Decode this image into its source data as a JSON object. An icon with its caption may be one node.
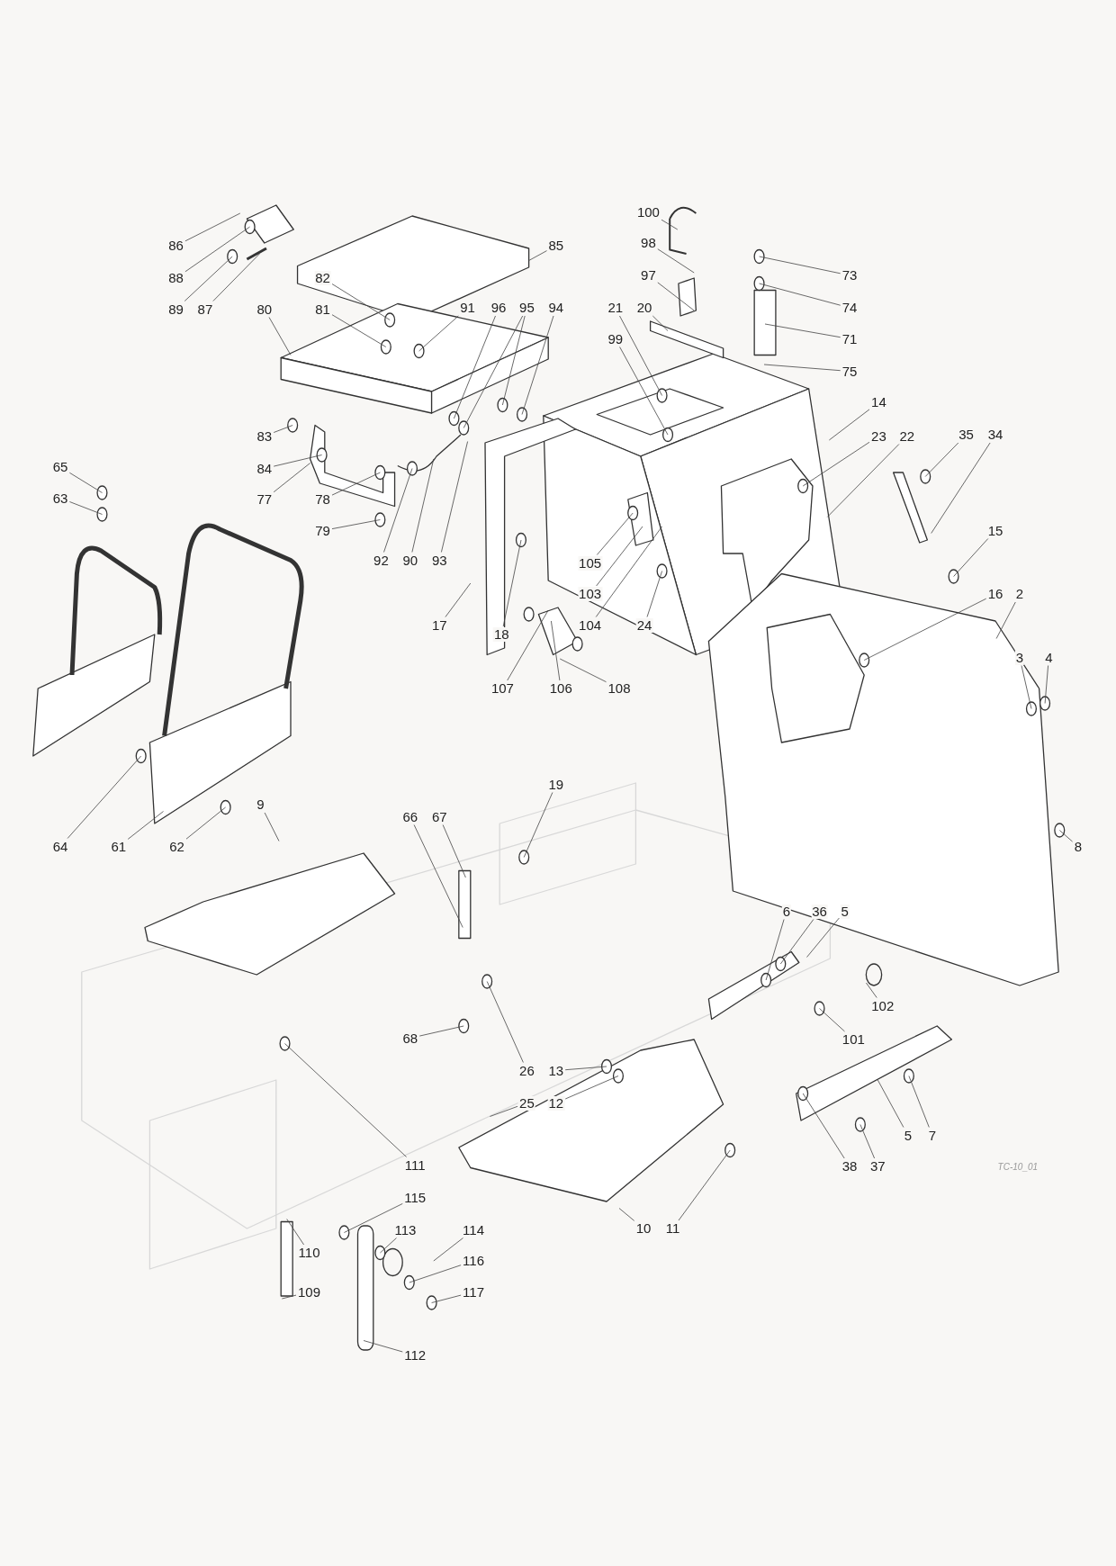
{
  "diagram": {
    "nodes": [
      {
        "text": [
          "86"
        ]
      },
      {
        "text": [
          "88"
        ]
      },
      {
        "text": [
          "89"
        ]
      },
      {
        "text": [
          "87"
        ]
      },
      {
        "text": [
          "85"
        ]
      },
      {
        "text": [
          "82"
        ]
      },
      {
        "text": [
          "80"
        ]
      },
      {
        "text": [
          "81"
        ]
      },
      {
        "text": [
          "91"
        ]
      },
      {
        "text": [
          "96"
        ]
      },
      {
        "text": [
          "95"
        ]
      },
      {
        "text": [
          "94"
        ]
      },
      {
        "text": [
          "83"
        ]
      },
      {
        "text": [
          "84"
        ]
      },
      {
        "text": [
          "77"
        ]
      },
      {
        "text": [
          "78"
        ]
      },
      {
        "text": [
          "79"
        ]
      },
      {
        "text": [
          "92"
        ]
      },
      {
        "text": [
          "90"
        ]
      },
      {
        "text": [
          "93"
        ]
      },
      {
        "text": [
          "17"
        ]
      },
      {
        "text": [
          "18"
        ]
      },
      {
        "text": [
          "100"
        ]
      },
      {
        "text": [
          "98"
        ]
      },
      {
        "text": [
          "97"
        ]
      },
      {
        "text": [
          "21"
        ]
      },
      {
        "text": [
          "20"
        ]
      },
      {
        "text": [
          "99"
        ]
      },
      {
        "text": [
          "73"
        ]
      },
      {
        "text": [
          "74"
        ]
      },
      {
        "text": [
          "71"
        ]
      },
      {
        "text": [
          "75"
        ]
      },
      {
        "text": [
          "14"
        ]
      },
      {
        "text": [
          "23"
        ]
      },
      {
        "text": [
          "22"
        ]
      },
      {
        "text": [
          "35"
        ]
      },
      {
        "text": [
          "34"
        ]
      },
      {
        "text": [
          "65"
        ]
      },
      {
        "text": [
          "63"
        ]
      },
      {
        "text": [
          "15"
        ]
      },
      {
        "text": [
          "105"
        ]
      },
      {
        "text": [
          "103"
        ]
      },
      {
        "text": [
          "104"
        ]
      },
      {
        "text": [
          "24"
        ]
      },
      {
        "text": [
          "16"
        ]
      },
      {
        "text": [
          "2"
        ]
      },
      {
        "text": [
          "107"
        ]
      },
      {
        "text": [
          "106"
        ]
      },
      {
        "text": [
          "108"
        ]
      },
      {
        "text": [
          "3"
        ]
      },
      {
        "text": [
          "4"
        ]
      },
      {
        "text": [
          "19"
        ]
      },
      {
        "text": [
          "9"
        ]
      },
      {
        "text": [
          "66"
        ]
      },
      {
        "text": [
          "67"
        ]
      },
      {
        "text": [
          "64"
        ]
      },
      {
        "text": [
          "61"
        ]
      },
      {
        "text": [
          "62"
        ]
      },
      {
        "text": [
          "8"
        ]
      },
      {
        "text": [
          "6"
        ]
      },
      {
        "text": [
          "36"
        ]
      },
      {
        "text": [
          "5"
        ]
      },
      {
        "text": [
          "102"
        ]
      },
      {
        "text": [
          "68"
        ]
      },
      {
        "text": [
          "101"
        ]
      },
      {
        "text": [
          "26"
        ]
      },
      {
        "text": [
          "13"
        ]
      },
      {
        "text": [
          "25"
        ]
      },
      {
        "text": [
          "12"
        ]
      },
      {
        "text": [
          "5"
        ]
      },
      {
        "text": [
          "7"
        ]
      },
      {
        "text": [
          "111"
        ]
      },
      {
        "text": [
          "38"
        ]
      },
      {
        "text": [
          "37"
        ]
      },
      {
        "text": [
          "10"
        ]
      },
      {
        "text": [
          "11"
        ]
      },
      {
        "text": [
          "115"
        ]
      },
      {
        "text": [
          "110"
        ]
      },
      {
        "text": [
          "113"
        ]
      },
      {
        "text": [
          "114"
        ]
      },
      {
        "text": [
          "116"
        ]
      },
      {
        "text": [
          "109"
        ]
      },
      {
        "text": [
          "117"
        ]
      },
      {
        "text": [
          "112"
        ]
      }
    ],
    "edges": [
      {
        "from": 0,
        "to": null,
        "arrow": "none"
      },
      {
        "from": 1,
        "to": null,
        "arrow": "none"
      },
      {
        "from": 2,
        "to": null,
        "arrow": "none"
      },
      {
        "from": 3,
        "to": null,
        "arrow": "none"
      },
      {
        "from": 4,
        "to": null,
        "arrow": "none"
      },
      {
        "from": 5,
        "to": null,
        "arrow": "none"
      },
      {
        "from": 6,
        "to": null,
        "arrow": "none"
      },
      {
        "from": 7,
        "to": null,
        "arrow": "none"
      },
      {
        "from": 8,
        "to": null,
        "arrow": "none"
      },
      {
        "from": 9,
        "to": null,
        "arrow": "none"
      },
      {
        "from": 10,
        "to": null,
        "arrow": "none"
      },
      {
        "from": 10,
        "to": null,
        "arrow": "none"
      },
      {
        "from": 11,
        "to": null,
        "arrow": "none"
      },
      {
        "from": 12,
        "to": null,
        "arrow": "none"
      },
      {
        "from": 13,
        "to": null,
        "arrow": "none"
      },
      {
        "from": 14,
        "to": null,
        "arrow": "none"
      },
      {
        "from": 15,
        "to": null,
        "arrow": "none"
      },
      {
        "from": 16,
        "to": null,
        "arrow": "none"
      },
      {
        "from": 17,
        "to": null,
        "arrow": "none"
      },
      {
        "from": 18,
        "to": null,
        "arrow": "none"
      },
      {
        "from": 19,
        "to": null,
        "arrow": "none"
      },
      {
        "from": 20,
        "to": null,
        "arrow": "none"
      },
      {
        "from": 21,
        "to": null,
        "arrow": "none"
      },
      {
        "from": 22,
        "to": null,
        "arrow": "none"
      },
      {
        "from": 23,
        "to": null,
        "arrow": "none"
      },
      {
        "from": 24,
        "to": null,
        "arrow": "none"
      },
      {
        "from": 25,
        "to": null,
        "arrow": "none"
      },
      {
        "from": 26,
        "to": null,
        "arrow": "none"
      },
      {
        "from": 27,
        "to": null,
        "arrow": "none"
      },
      {
        "from": 28,
        "to": null,
        "arrow": "none"
      },
      {
        "from": 29,
        "to": null,
        "arrow": "none"
      },
      {
        "from": 30,
        "to": null,
        "arrow": "none"
      },
      {
        "from": 31,
        "to": null,
        "arrow": "none"
      },
      {
        "from": 32,
        "to": null,
        "arrow": "none"
      },
      {
        "from": 33,
        "to": null,
        "arrow": "none"
      },
      {
        "from": 34,
        "to": null,
        "arrow": "none"
      },
      {
        "from": 35,
        "to": null,
        "arrow": "none"
      },
      {
        "from": 36,
        "to": null,
        "arrow": "none"
      },
      {
        "from": 37,
        "to": null,
        "arrow": "none"
      },
      {
        "from": 38,
        "to": null,
        "arrow": "none"
      },
      {
        "from": 39,
        "to": null,
        "arrow": "none"
      },
      {
        "from": 40,
        "to": null,
        "arrow": "none"
      },
      {
        "from": 41,
        "to": null,
        "arrow": "none"
      },
      {
        "from": 42,
        "to": null,
        "arrow": "none"
      },
      {
        "from": 43,
        "to": null,
        "arrow": "none"
      },
      {
        "from": 44,
        "to": null,
        "arrow": "none"
      },
      {
        "from": 45,
        "to": null,
        "arrow": "none"
      },
      {
        "from": 46,
        "to": null,
        "arrow": "none"
      },
      {
        "from": 47,
        "to": null,
        "arrow": "none"
      },
      {
        "from": 48,
        "to": null,
        "arrow": "none"
      },
      {
        "from": 49,
        "to": null,
        "arrow": "none"
      },
      {
        "from": 50,
        "to": null,
        "arrow": "none"
      },
      {
        "from": 51,
        "to": null,
        "arrow": "none"
      },
      {
        "from": 52,
        "to": null,
        "arrow": "none"
      },
      {
        "from": 53,
        "to": null,
        "arrow": "none"
      },
      {
        "from": 54,
        "to": null,
        "arrow": "none"
      },
      {
        "from": 55,
        "to": null,
        "arrow": "none"
      },
      {
        "from": 56,
        "to": null,
        "arrow": "none"
      },
      {
        "from": 57,
        "to": null,
        "arrow": "none"
      },
      {
        "from": 58,
        "to": null,
        "arrow": "none"
      },
      {
        "from": 59,
        "to": null,
        "arrow": "none"
      },
      {
        "from": 60,
        "to": null,
        "arrow": "none"
      },
      {
        "from": 61,
        "to": null,
        "arrow": "none"
      },
      {
        "from": 62,
        "to": null,
        "arrow": "none"
      },
      {
        "from": 63,
        "to": null,
        "arrow": "none"
      },
      {
        "from": 64,
        "to": null,
        "arrow": "none"
      },
      {
        "from": 65,
        "to": null,
        "arrow": "none"
      },
      {
        "from": 66,
        "to": null,
        "arrow": "none"
      },
      {
        "from": 67,
        "to": null,
        "arrow": "none"
      },
      {
        "from": 68,
        "to": null,
        "arrow": "none"
      },
      {
        "from": 69,
        "to": null,
        "arrow": "none"
      },
      {
        "from": 70,
        "to": null,
        "arrow": "none"
      },
      {
        "from": 71,
        "to": null,
        "arrow": "none"
      },
      {
        "from": 72,
        "to": null,
        "arrow": "none"
      },
      {
        "from": 73,
        "to": null,
        "arrow": "none"
      },
      {
        "from": 74,
        "to": null,
        "arrow": "none"
      },
      {
        "from": 75,
        "to": null,
        "arrow": "none"
      },
      {
        "from": 76,
        "to": null,
        "arrow": "none"
      },
      {
        "from": 77,
        "to": null,
        "arrow": "none"
      },
      {
        "from": 78,
        "to": null,
        "arrow": "none"
      },
      {
        "from": 79,
        "to": null,
        "arrow": "none"
      },
      {
        "from": 80,
        "to": null,
        "arrow": "none"
      },
      {
        "from": 81,
        "to": null,
        "arrow": "none"
      },
      {
        "from": 82,
        "to": null,
        "arrow": "none"
      },
      {
        "from": 83,
        "to": null,
        "arrow": "none"
      }
    ],
    "labels": [
      "TC-10_01"
    ]
  }
}
